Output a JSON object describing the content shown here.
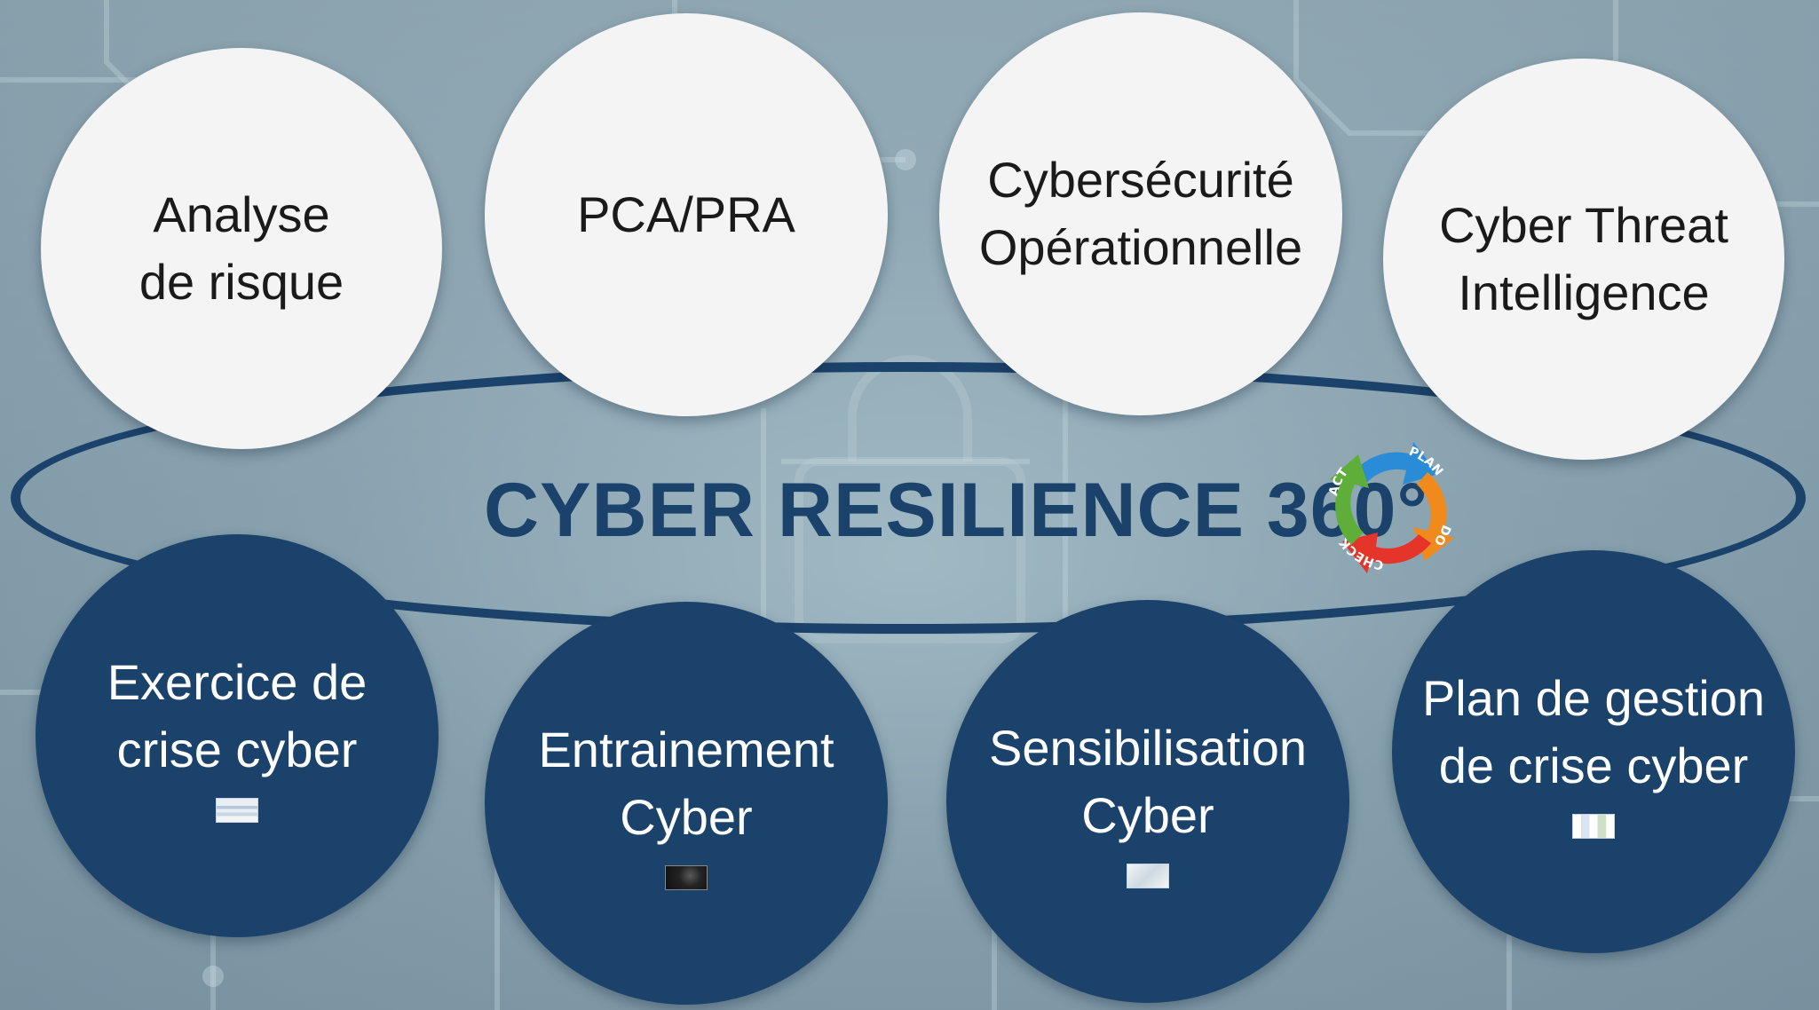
{
  "title": "CYBER RESILIENCE 360°",
  "pdca": {
    "labels": [
      "PLAN",
      "DO",
      "CHECK",
      "ACT"
    ],
    "colors": [
      "#2a8bd6",
      "#f08a1c",
      "#e5352b",
      "#5fae3a"
    ]
  },
  "top_nodes": [
    {
      "label": "Analyse\nde risque"
    },
    {
      "label": "PCA/PRA"
    },
    {
      "label": "Cybersécurité\nOpérationnelle"
    },
    {
      "label": "Cyber Threat\nIntelligence"
    }
  ],
  "bottom_nodes": [
    {
      "label": "Exercice de\ncrise cyber"
    },
    {
      "label": "Entrainement\nCyber"
    },
    {
      "label": "Sensibilisation\nCyber"
    },
    {
      "label": "Plan de gestion\nde crise cyber"
    }
  ],
  "colors": {
    "navy": "#1b426b",
    "light_circle": "#f4f4f4",
    "background": "#8fa7b3"
  }
}
